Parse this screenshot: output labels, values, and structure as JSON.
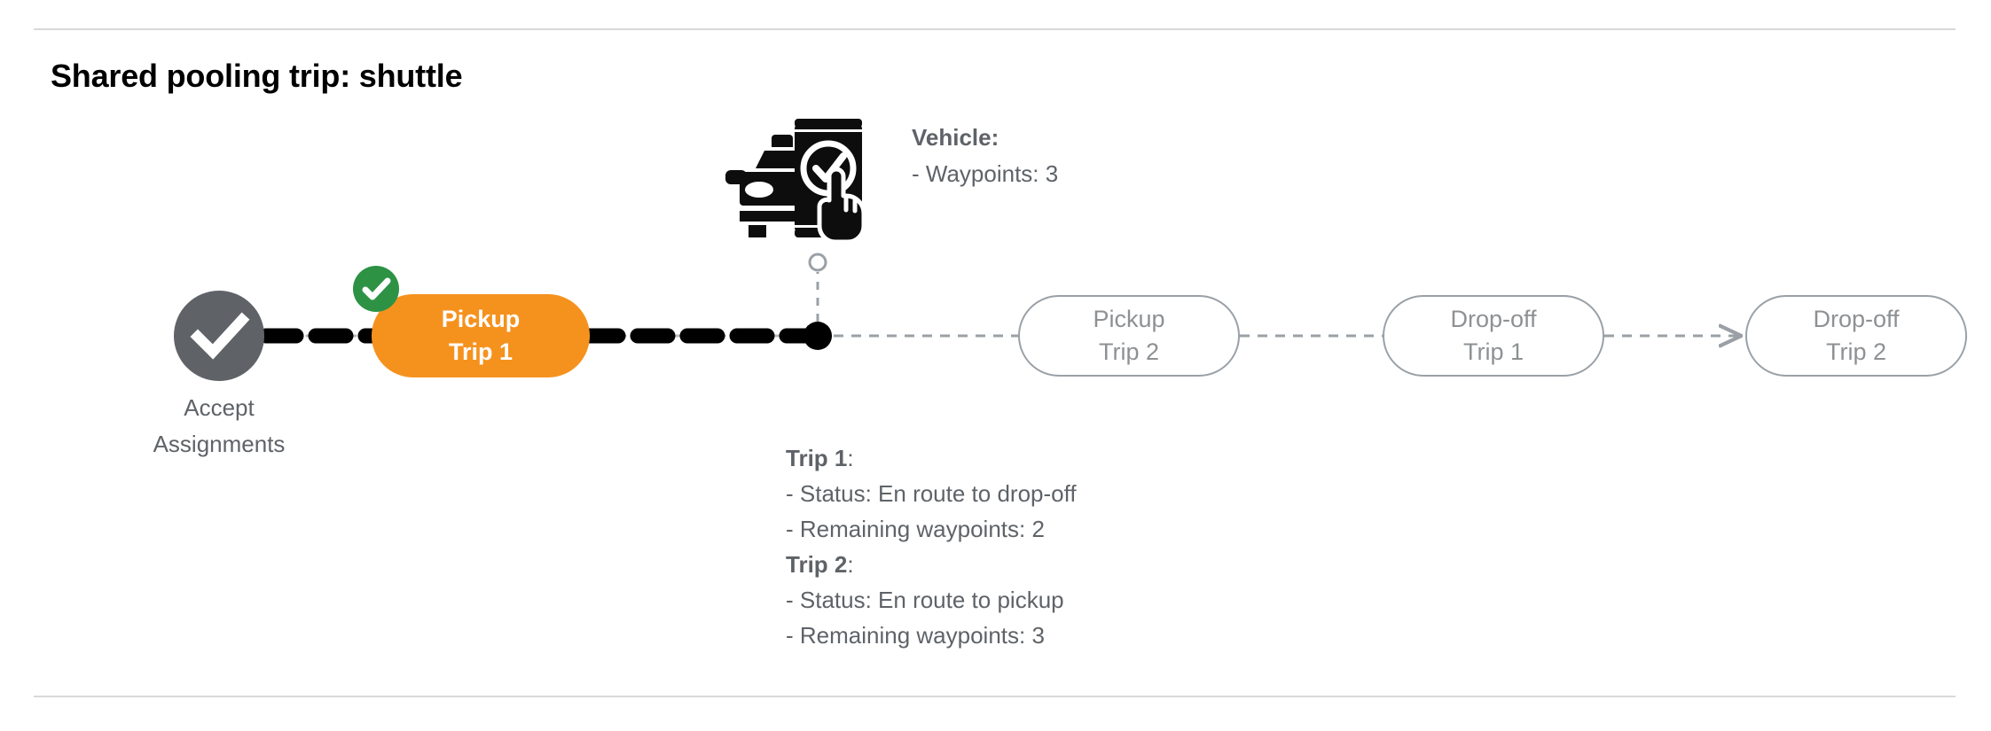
{
  "page": {
    "title": "Shared pooling trip: shuttle"
  },
  "colors": {
    "active_pill": "#F5921E",
    "check_badge_green": "#2E9245",
    "pending_pill_border": "#9aa0a6",
    "muted_text": "#5f6368",
    "divider": "#d9d9d9",
    "track_black": "#000000"
  },
  "flow": {
    "start_node": {
      "icon": "check-circle-icon",
      "label_line1": "Accept",
      "label_line2": "Assignments"
    },
    "active_step": {
      "badge_icon": "check-badge-icon",
      "line1": "Pickup",
      "line2": "Trip 1"
    },
    "pending_steps": [
      {
        "id": "pickup-trip2",
        "line1": "Pickup",
        "line2": "Trip 2"
      },
      {
        "id": "dropoff-trip1",
        "line1": "Drop-off",
        "line2": "Trip 1"
      },
      {
        "id": "dropoff-trip2",
        "line1": "Drop-off",
        "line2": "Trip 2"
      }
    ],
    "vehicle_marker": {
      "icon": "vehicle-phone-check-icon",
      "connector_endpoint": "hollow-circle-marker"
    }
  },
  "vehicle_info": {
    "heading": "Vehicle",
    "heading_suffix": ":",
    "waypoints_line": "- Waypoints: 3"
  },
  "trips_info": {
    "trip1": {
      "heading": "Trip 1",
      "heading_suffix": ":",
      "status_line": "- Status:  En route to drop-off",
      "waypoints_line": "- Remaining waypoints: 2"
    },
    "trip2": {
      "heading": "Trip 2",
      "heading_suffix": ":",
      "status_line": "- Status:  En route to pickup",
      "waypoints_line": "- Remaining waypoints: 3"
    }
  }
}
